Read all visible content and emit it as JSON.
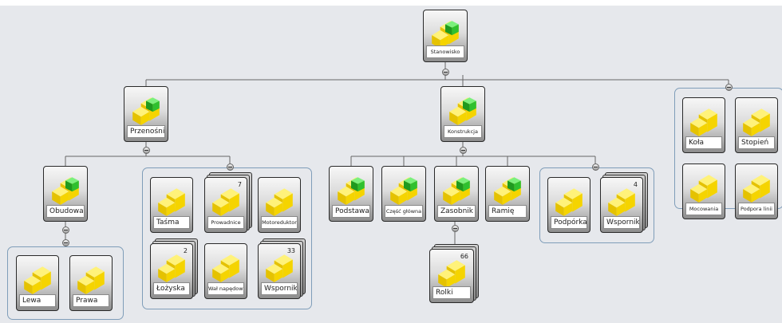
{
  "colors": {
    "background": "#e6e8ec",
    "connector": "#666666",
    "group_border": "#7f9db9",
    "part_yellow": "#f5d400",
    "assembly_green": "#2fc02f"
  },
  "tree": {
    "root": {
      "label": "Stanowisko",
      "icon": "assembly-icon"
    },
    "przenosnik": {
      "label": "Przenośnik",
      "icon": "assembly-icon"
    },
    "konstrukcja": {
      "label": "Konstrukcja",
      "icon": "assembly-icon"
    },
    "obudowa": {
      "label": "Obudowa",
      "icon": "assembly-icon"
    },
    "lewa": {
      "label": "Lewa",
      "icon": "part-icon"
    },
    "prawa": {
      "label": "Prawa",
      "icon": "part-icon"
    },
    "tasma": {
      "label": "Taśma",
      "icon": "part-icon"
    },
    "prowadnice": {
      "label": "Prowadnice",
      "icon": "part-icon",
      "count": "7"
    },
    "motoreduktor": {
      "label": "Motoreduktor",
      "icon": "part-icon"
    },
    "lozyska": {
      "label": "Łożyska",
      "icon": "part-icon",
      "count": "2"
    },
    "wal": {
      "label": "Wał napędowy",
      "icon": "part-icon"
    },
    "wsporniki": {
      "label": "Wsporniki",
      "icon": "part-icon",
      "count": "33"
    },
    "podstawa": {
      "label": "Podstawa",
      "icon": "assembly-icon"
    },
    "czesc": {
      "label": "Część główna",
      "icon": "assembly-icon"
    },
    "zasobnik": {
      "label": "Zasobnik",
      "icon": "assembly-icon"
    },
    "ramie": {
      "label": "Ramię",
      "icon": "assembly-icon"
    },
    "rolki": {
      "label": "Rolki",
      "icon": "part-icon",
      "count": "66"
    },
    "podporka": {
      "label": "Podpórka",
      "icon": "part-icon"
    },
    "wspornik": {
      "label": "Wspornik",
      "icon": "part-icon",
      "count": "4"
    },
    "kola": {
      "label": "Koła",
      "icon": "part-icon"
    },
    "stopien": {
      "label": "Stopień",
      "icon": "part-icon"
    },
    "mocowania": {
      "label": "Mocowania",
      "icon": "part-icon"
    },
    "podpora": {
      "label": "Podpora linii",
      "icon": "part-icon"
    }
  }
}
